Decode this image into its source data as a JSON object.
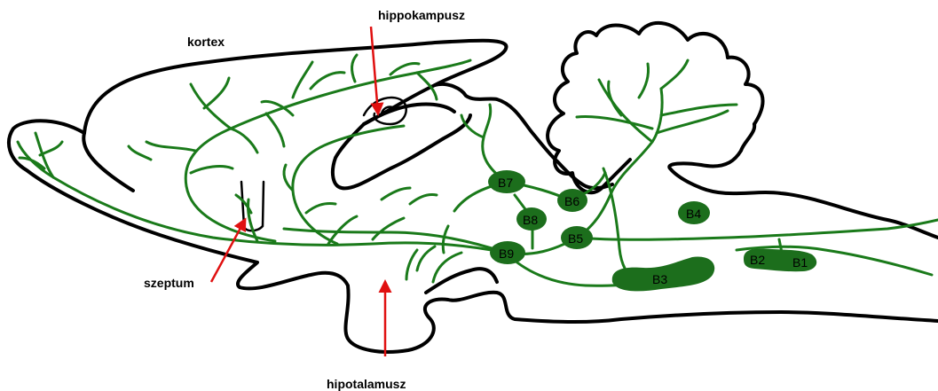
{
  "colors": {
    "outline": "#000000",
    "pathway": "#1a7a1a",
    "nucleus": "#1c6e1c",
    "pointer": "#e01010",
    "background": "#ffffff"
  },
  "labels": {
    "kortex": "kortex",
    "hippokampusz": "hippokampusz",
    "szeptum": "szeptum",
    "hipotalamusz": "hipotalamusz"
  },
  "nuclei": {
    "b1": "B1",
    "b2": "B2",
    "b3": "B3",
    "b4": "B4",
    "b5": "B5",
    "b6": "B6",
    "b7": "B7",
    "b8": "B8",
    "b9": "B9"
  }
}
